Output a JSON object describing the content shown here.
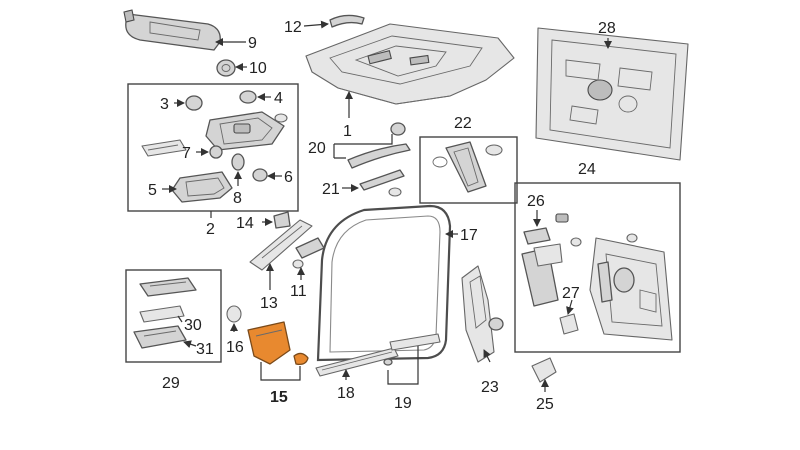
{
  "callouts": {
    "c1": "1",
    "c2": "2",
    "c3": "3",
    "c4": "4",
    "c5": "5",
    "c6": "6",
    "c7": "7",
    "c8": "8",
    "c9": "9",
    "c10": "10",
    "c11": "11",
    "c12": "12",
    "c13": "13",
    "c14": "14",
    "c15": "15",
    "c16": "16",
    "c17": "17",
    "c18": "18",
    "c19": "19",
    "c20": "20",
    "c21": "21",
    "c22": "22",
    "c23": "23",
    "c24": "24",
    "c25": "25",
    "c26": "26",
    "c27": "27",
    "c28": "28",
    "c29": "29",
    "c30": "30",
    "c31": "31"
  },
  "colors": {
    "highlight": "#e8892f",
    "line": "#333333",
    "part_fill": "#d4d4d4"
  }
}
